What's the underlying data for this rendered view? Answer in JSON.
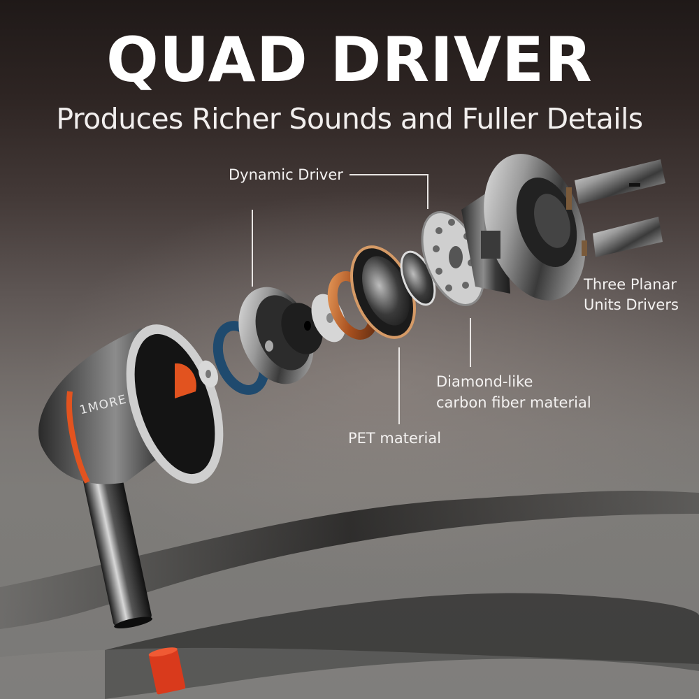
{
  "header": {
    "title": "QUAD DRIVER",
    "subtitle": "Produces Richer Sounds and Fuller Details"
  },
  "callouts": [
    {
      "id": "dynamic-driver",
      "lines": [
        "Dynamic Driver"
      ]
    },
    {
      "id": "three-planar",
      "lines": [
        "Three Planar",
        "Units Drivers"
      ]
    },
    {
      "id": "diamond-like",
      "lines": [
        "Diamond-like",
        "carbon fiber material"
      ]
    },
    {
      "id": "pet-material",
      "lines": [
        "PET material"
      ]
    }
  ],
  "product": {
    "brand": "1MORE",
    "components": [
      "earbud-shell",
      "stem",
      "red-end-cap",
      "spacer-washer",
      "blue-gasket",
      "dynamic-driver-housing",
      "magnet",
      "silver-washer",
      "copper-voice-coil",
      "pet-diaphragm",
      "clear-dome",
      "perforated-dlc-plate",
      "planar-unit-housing",
      "planar-driver-top",
      "planar-driver-bottom"
    ]
  },
  "colors": {
    "accent_orange": "#e2531f",
    "copper": "#b5602a",
    "gasket_blue": "#1f4a6e",
    "cap_red": "#d93a1c",
    "text": "#ffffff"
  }
}
